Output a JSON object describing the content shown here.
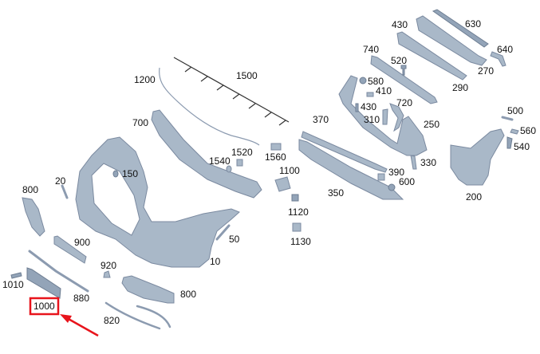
{
  "labels": {
    "p630": "630",
    "p430a": "430",
    "p640": "640",
    "p740": "740",
    "p520": "520",
    "p270": "270",
    "p580": "580",
    "p410": "410",
    "p290": "290",
    "p1200": "1200",
    "p1500": "1500",
    "p430b": "430",
    "p720": "720",
    "p370": "370",
    "p310": "310",
    "p250": "250",
    "p500": "500",
    "p560": "560",
    "p540": "540",
    "p700": "700",
    "p1520": "1520",
    "p1540": "1540",
    "p1560": "1560",
    "p1100": "1100",
    "p330": "330",
    "p390": "390",
    "p600": "600",
    "p150": "150",
    "p20": "20",
    "p800a": "800",
    "p350": "350",
    "p200": "200",
    "p1120": "1120",
    "p50": "50",
    "p900": "900",
    "p1130": "1130",
    "p10": "10",
    "p920": "920",
    "p1010": "1010",
    "p880": "880",
    "p800b": "800",
    "p1000": "1000",
    "p820": "820"
  },
  "highlight": {
    "part": "1000",
    "color": "#e8141c"
  }
}
